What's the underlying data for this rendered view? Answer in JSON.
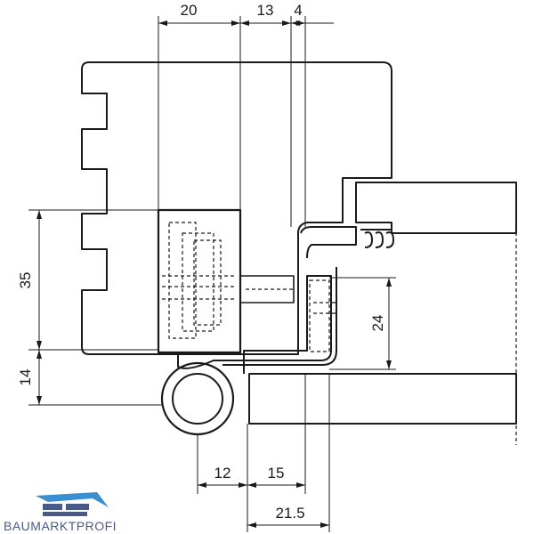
{
  "dimensions": {
    "top": [
      "20",
      "13",
      "4"
    ],
    "left_vertical": [
      "35",
      "14"
    ],
    "right_vertical": "24",
    "bottom": [
      "12",
      "15",
      "21.5"
    ]
  },
  "logo": {
    "text": "BAUMARKTPROFI",
    "color": "#4a5a88",
    "accent": "#3a8fd0"
  },
  "colors": {
    "line": "#1a1a1a",
    "fill": "#ffffff"
  }
}
